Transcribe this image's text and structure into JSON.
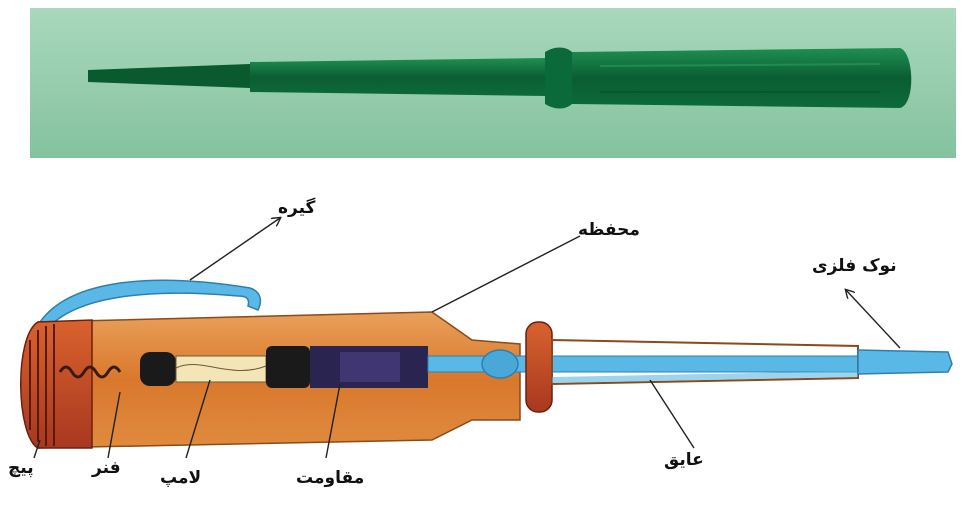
{
  "labels": {
    "clip": "گیره",
    "housing": "محفظه",
    "metal_tip": "نوک فلزی",
    "screw_cap": "پیچ",
    "spring": "فنر",
    "lamp": "لامپ",
    "resistor": "مقاومت",
    "insulator": "عایق"
  },
  "colors": {
    "photo_background": "#8fc9a6",
    "photo_screwdriver": "#0c6b3a",
    "housing_orange": "#e0863a",
    "shaft_blue": "#5ab8e6",
    "clip_blue": "#5ab8e6",
    "cap_red": "#b8442a"
  }
}
